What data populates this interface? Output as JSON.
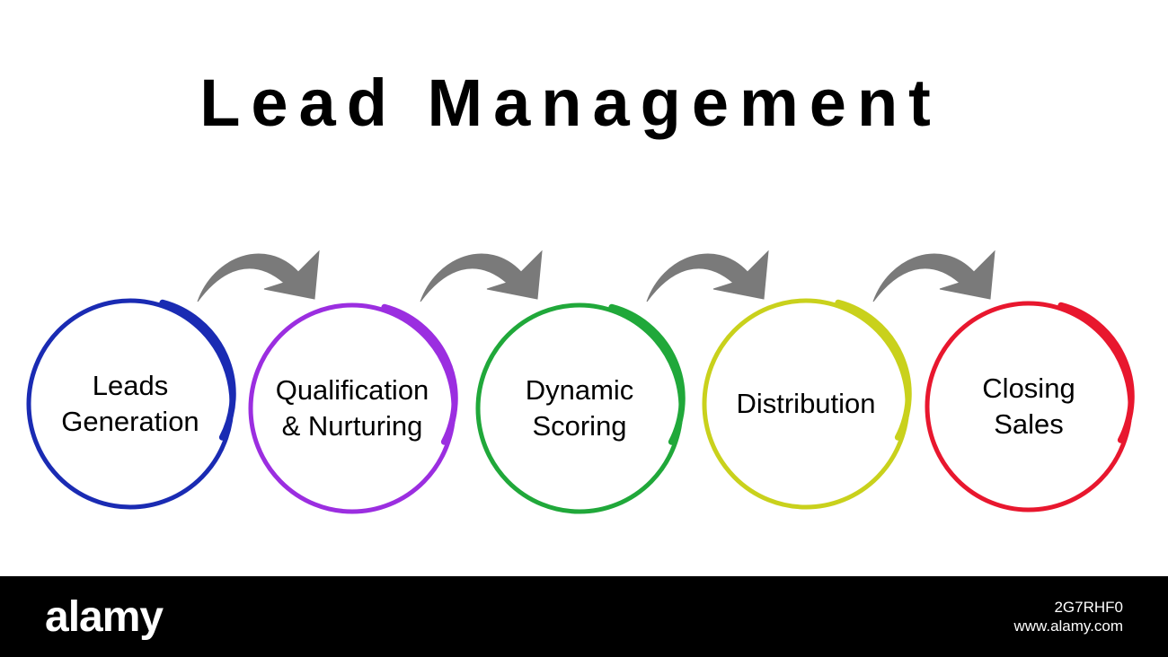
{
  "title": "Lead Management",
  "steps": [
    {
      "label_lines": [
        "Leads",
        "Generation"
      ],
      "color": "#1a2bb3"
    },
    {
      "label_lines": [
        "Qualification",
        "& Nurturing"
      ],
      "color": "#9b2ee0"
    },
    {
      "label_lines": [
        "Dynamic",
        "Scoring"
      ],
      "color": "#20a83a"
    },
    {
      "label_lines": [
        "Distribution"
      ],
      "color": "#c9d11c"
    },
    {
      "label_lines": [
        "Closing",
        "Sales"
      ],
      "color": "#e8172e"
    }
  ],
  "arrow_color": "#7a7a7a",
  "footer": {
    "brand": "alamy",
    "image_id": "2G7RHF0",
    "url": "www.alamy.com"
  }
}
